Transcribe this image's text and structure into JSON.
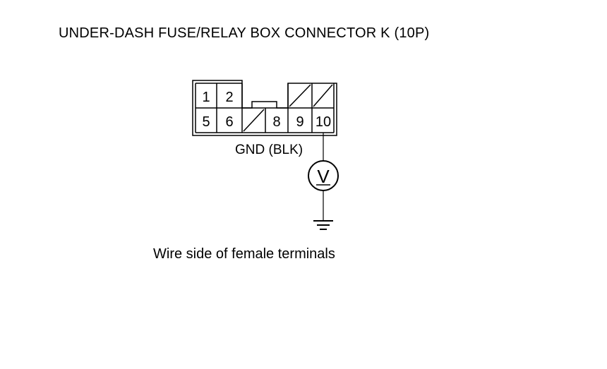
{
  "title": "UNDER-DASH FUSE/RELAY BOX CONNECTOR K (10P)",
  "caption": "Wire side of female terminals",
  "connector": {
    "top_row": [
      "1",
      "2"
    ],
    "bottom_row": [
      "5",
      "6",
      "8",
      "9",
      "10"
    ]
  },
  "wire_label": "GND (BLK)",
  "meter_symbol": "V",
  "icons": {
    "voltmeter": "voltmeter-icon",
    "ground": "ground-icon"
  }
}
